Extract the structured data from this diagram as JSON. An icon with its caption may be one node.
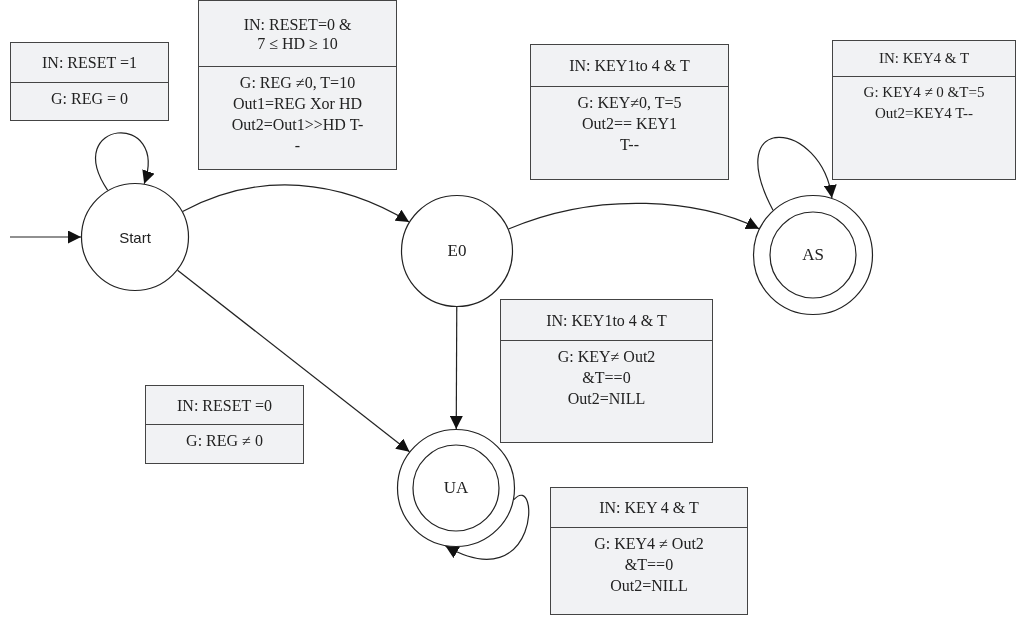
{
  "diagram": {
    "nodes": [
      {
        "text": [
          "IN: RESET =1",
          "G: REG = 0"
        ]
      },
      {
        "text": [
          "IN: RESET=0 & 7 ≤ HD ≥ 10",
          "G: REG ≠0, T=10 Out1=REG Xor HD Out2=Out1>>HD T--"
        ]
      },
      {
        "text": [
          "IN: KEY1to 4 & T",
          "G: KEY≠0, T=5 Out2== KEY1 T--"
        ]
      },
      {
        "text": [
          "IN: KEY4 & T",
          "G: KEY4 ≠ 0 &T=5 Out2=KEY4 T--"
        ]
      },
      {
        "text": [
          "Start"
        ]
      },
      {
        "text": [
          "E0"
        ]
      },
      {
        "text": [
          "AS"
        ]
      },
      {
        "text": [
          "IN: RESET =0",
          "G: REG ≠ 0"
        ]
      },
      {
        "text": [
          "IN: KEY1to 4 & T",
          "G: KEY≠ Out2 &T==0 Out2=NILL"
        ]
      },
      {
        "text": [
          "UA"
        ]
      },
      {
        "text": [
          "IN: KEY 4 & T",
          "G: KEY4 ≠ Out2 &T==0 Out2=NILL"
        ]
      }
    ],
    "edges": [
      {
        "from": null,
        "to": 4,
        "arrow": "to"
      },
      {
        "from": 4,
        "to": 4,
        "arrow": "to"
      },
      {
        "from": 4,
        "to": 5,
        "arrow": "to"
      },
      {
        "from": 5,
        "to": 6,
        "arrow": "to"
      },
      {
        "from": 6,
        "to": 6,
        "arrow": "to"
      },
      {
        "from": 5,
        "to": 9,
        "arrow": "to"
      },
      {
        "from": 4,
        "to": 9,
        "arrow": "to"
      },
      {
        "from": 9,
        "to": 9,
        "arrow": "to"
      }
    ]
  }
}
